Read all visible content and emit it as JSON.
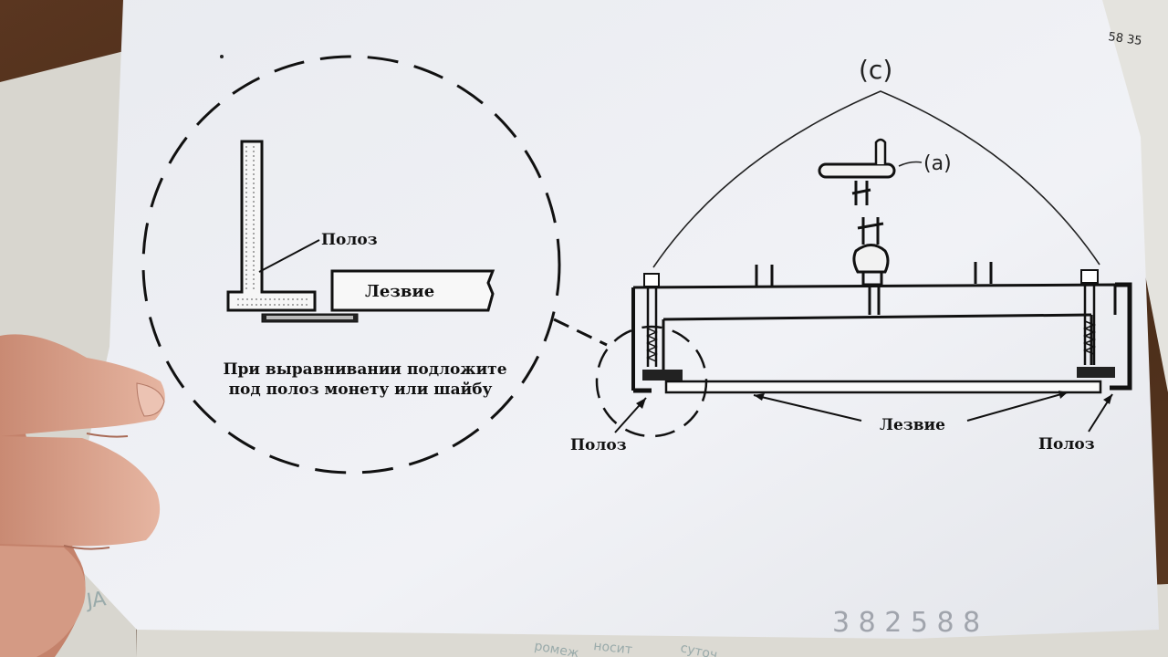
{
  "detail_view": {
    "label_skid": "Полоз",
    "label_blade": "Лезвие",
    "note_line1": "При выравнивании подложите",
    "note_line2": "под полоз монету или шайбу"
  },
  "main_view": {
    "label_skid_left": "Полоз",
    "label_blade": "Лезвие",
    "label_skid_right": "Полоз"
  },
  "handwritten": {
    "label_c": "(c)",
    "label_a": "(a)",
    "corner_number": "58 35",
    "bottom_number": "3 8 2 5 8 8"
  },
  "underlay_text": {
    "left_fragment": "JA",
    "bottom_fragment_1": "ромеж",
    "bottom_fragment_2": "носит",
    "bottom_fragment_3": "суточ"
  },
  "colors": {
    "table": "#4a2c1a",
    "paper": "#eef0f4",
    "ink": "#111111",
    "skin": "#d9a38d"
  }
}
